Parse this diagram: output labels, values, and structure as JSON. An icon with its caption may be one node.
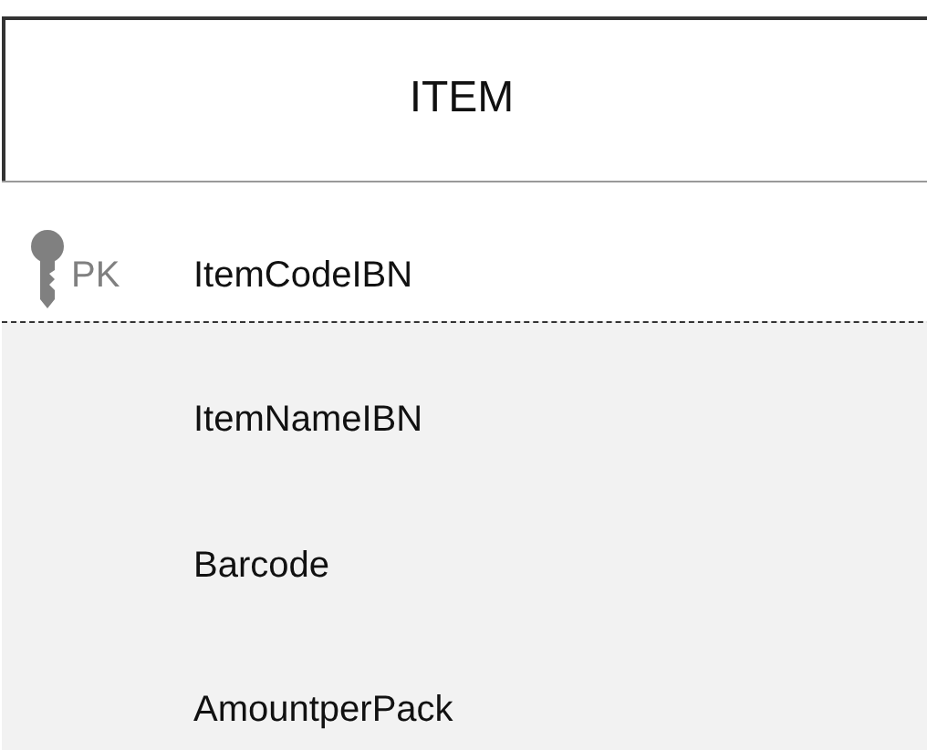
{
  "diagram": {
    "nodes": [
      {
        "text": [
          "ITEM"
        ]
      },
      {
        "text": [
          "PK",
          "ItemCodeIBN"
        ],
        "in": 0
      },
      {
        "text": [
          "ItemNameIBN",
          "Barcode",
          "AmountperPack"
        ],
        "in": 0
      }
    ],
    "edges": []
  }
}
